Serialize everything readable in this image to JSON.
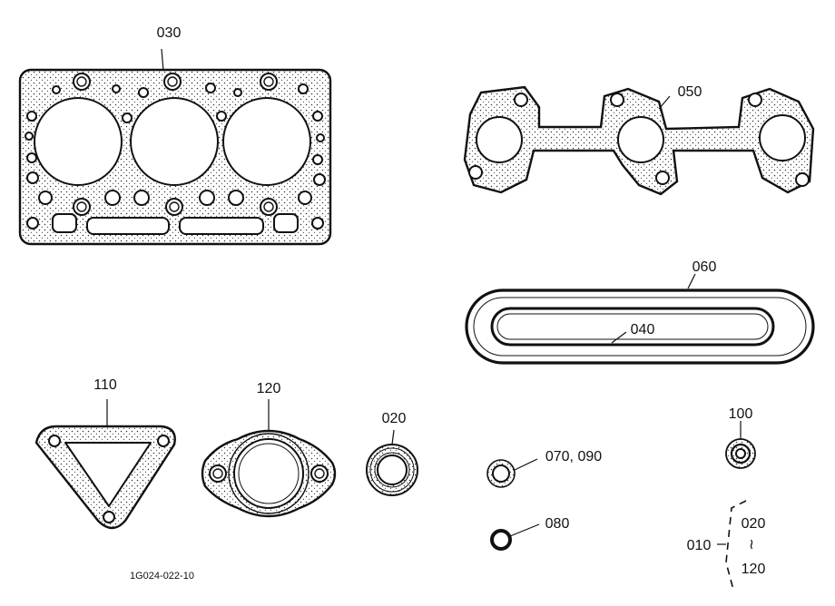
{
  "callouts": {
    "p030": "030",
    "p050": "050",
    "p060": "060",
    "p040": "040",
    "p110": "110",
    "p120": "120",
    "p020": "020",
    "p070_090": "070, 090",
    "p080": "080",
    "p100": "100",
    "p010": "010",
    "range_from": "020",
    "range_sep": "≀",
    "range_to": "120"
  },
  "drawing_code": "1G024-022-10"
}
